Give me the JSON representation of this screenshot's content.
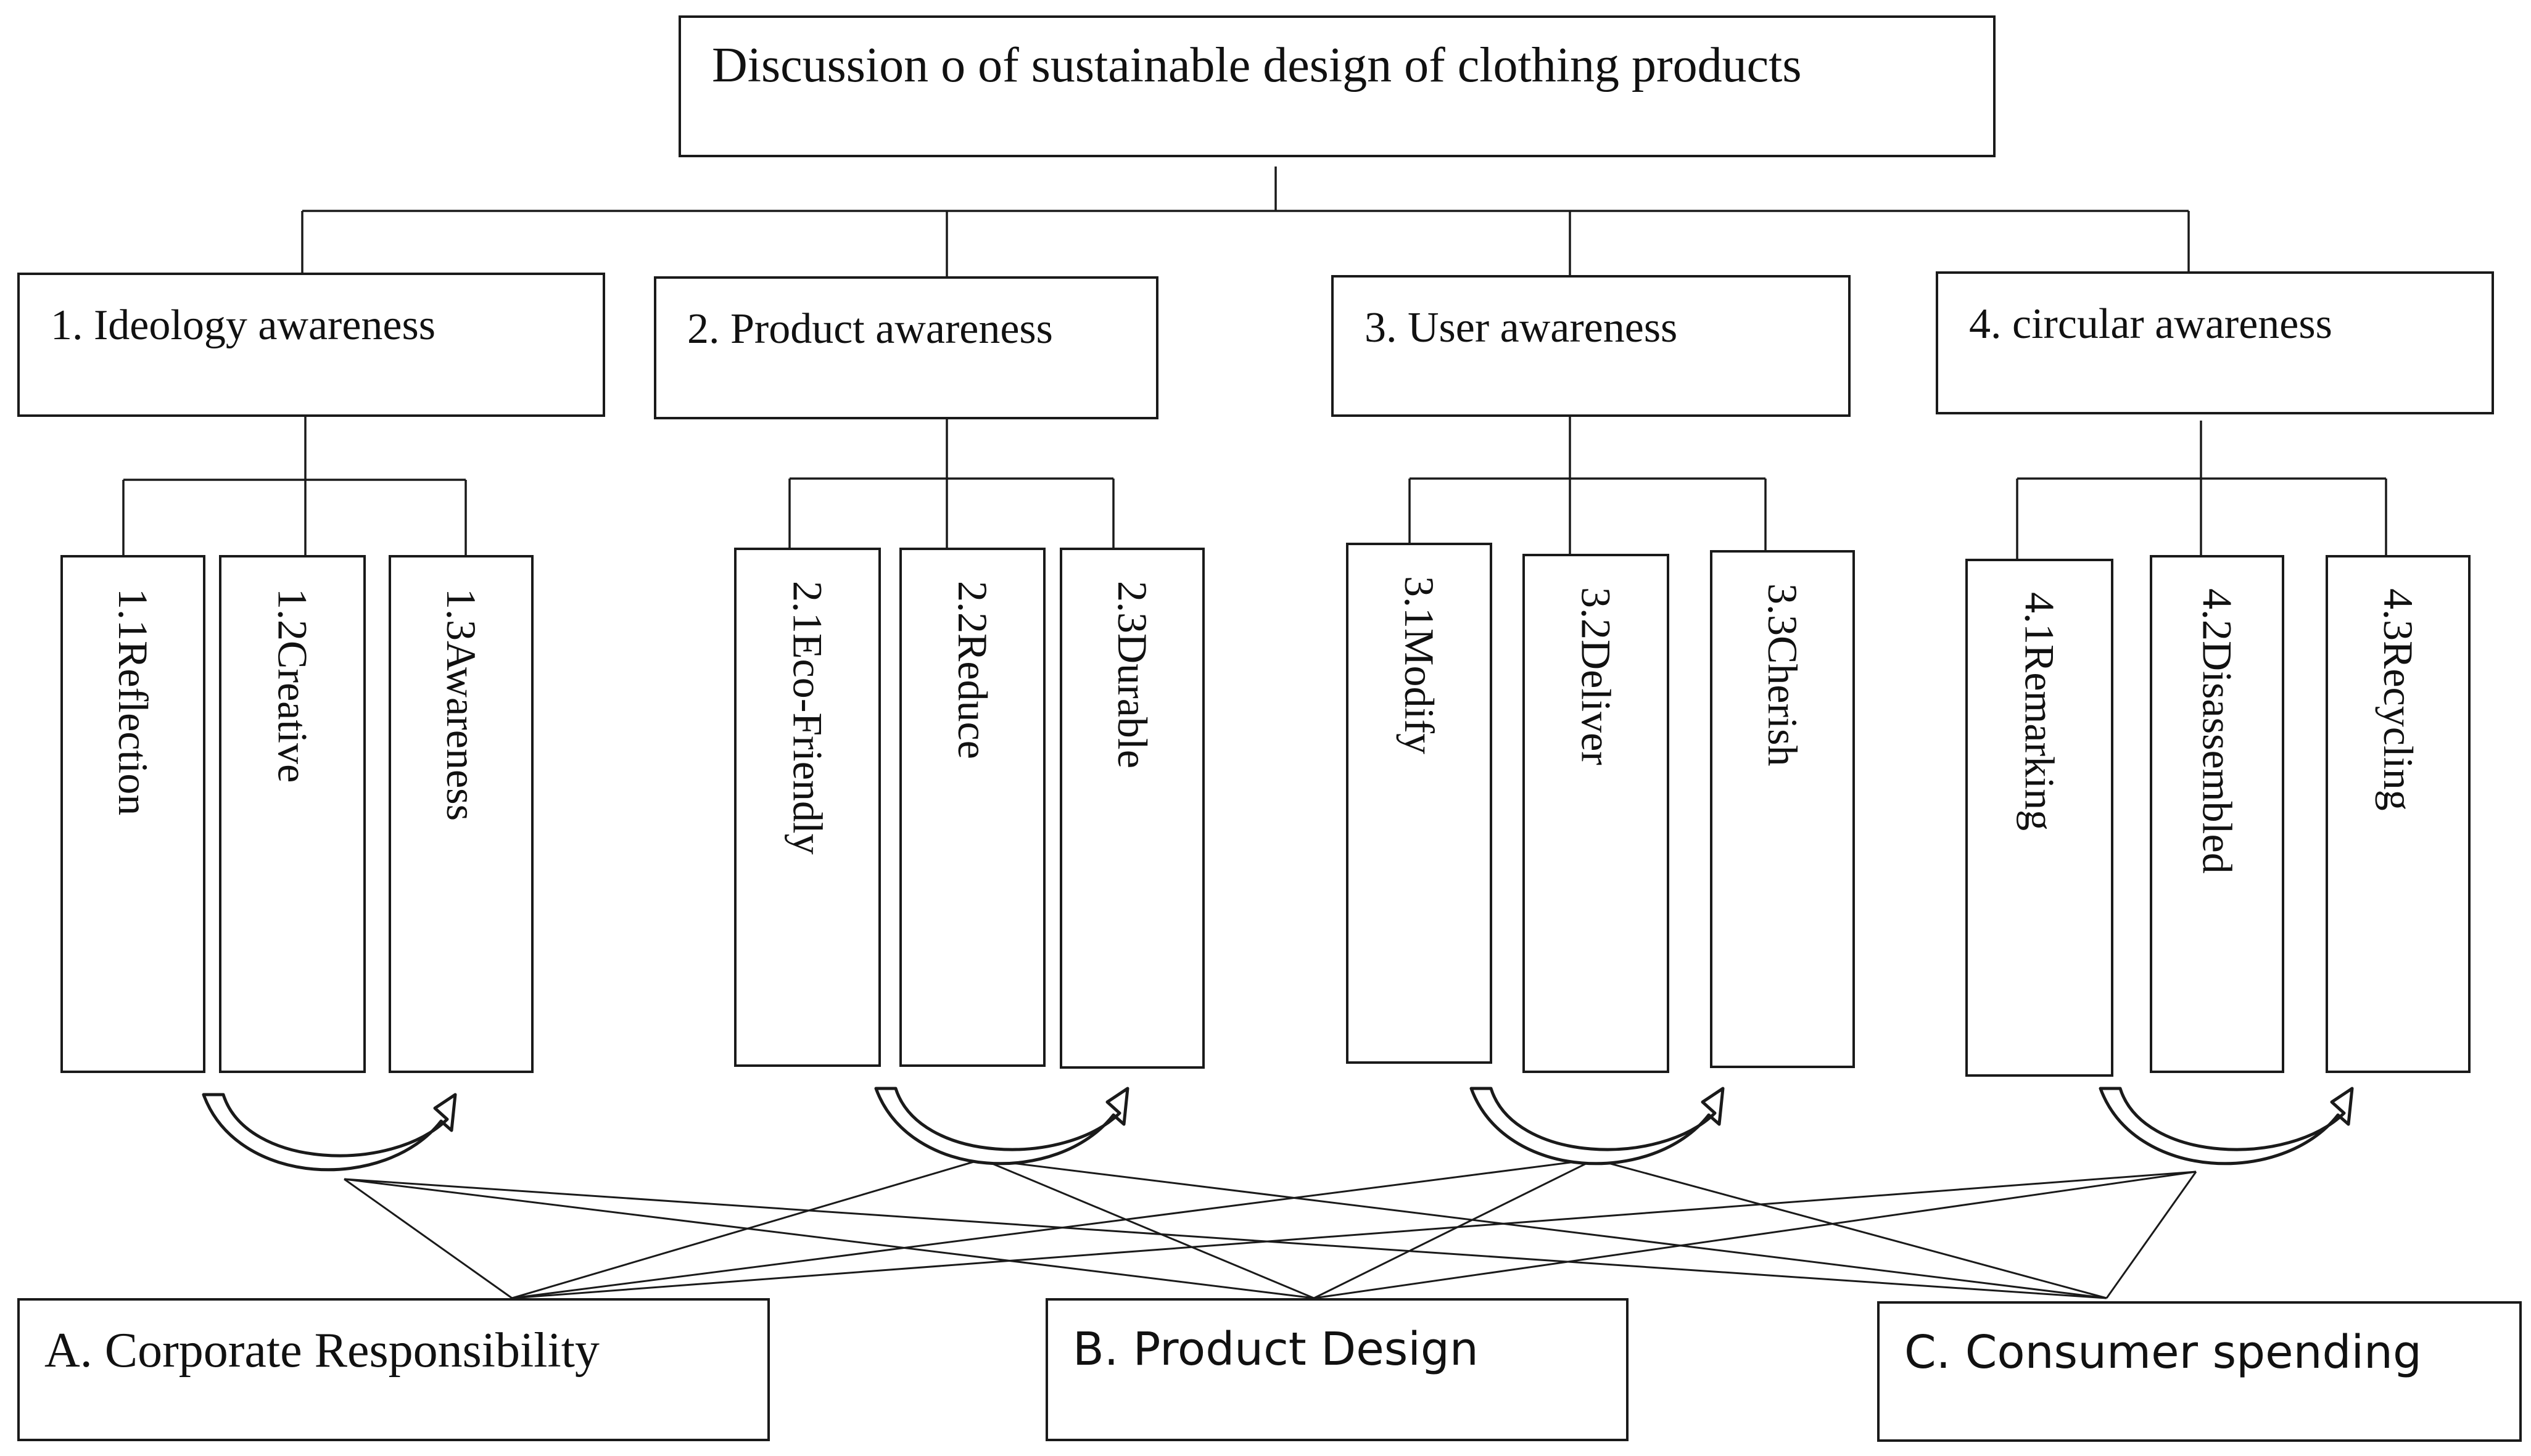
{
  "root": {
    "title": "Discussion o of sustainable design of clothing products"
  },
  "categories": [
    {
      "label": "1. Ideology awareness",
      "subs": [
        "1.1Reflection",
        "1.2Creative",
        "1.3Awareness"
      ]
    },
    {
      "label": "2. Product awareness",
      "subs": [
        "2.1Eco-Friendly",
        "2.2Reduce",
        "2.3Durable"
      ]
    },
    {
      "label": "3. User awareness",
      "subs": [
        "3.1Modify",
        "3.2Deliver",
        "3.3Cherish"
      ]
    },
    {
      "label": "4. circular awareness",
      "subs": [
        "4.1Remarking",
        "4.2Disassembled",
        "4.3Recycling"
      ]
    }
  ],
  "bottom": [
    {
      "label": "A. Corporate Responsibility"
    },
    {
      "label": "B. Product Design"
    },
    {
      "label": "C. Consumer spending"
    }
  ]
}
